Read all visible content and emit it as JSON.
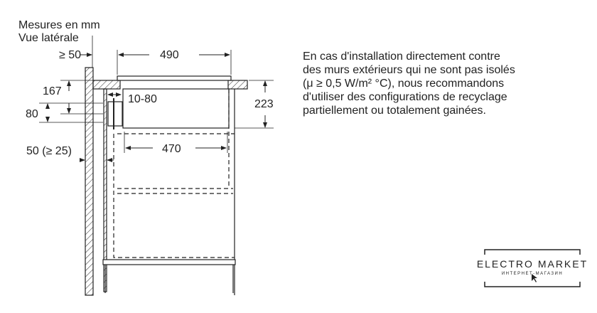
{
  "header": {
    "units": "Mesures en mm",
    "view": "Vue latérale"
  },
  "dimensions": {
    "wall_gap": "≥ 50",
    "width_top": "490",
    "depth_167": "167",
    "duct_80": "80",
    "gap_10_80": "10-80",
    "height_223": "223",
    "width_470": "470",
    "rear_gap": "50 (≥ 25)"
  },
  "note": {
    "lines": [
      "En cas d'installation directement contre",
      "des murs extérieurs qui ne sont pas isolés",
      "(μ ≥ 0,5 W/m² °C), nous recommandons",
      "d'utiliser des configurations de recyclage",
      "partiellement ou totalement gainées."
    ]
  },
  "logo": {
    "name": "ELECTRO MARKET",
    "tagline": "ИНТЕРНЕТ-МАГАЗИН"
  }
}
